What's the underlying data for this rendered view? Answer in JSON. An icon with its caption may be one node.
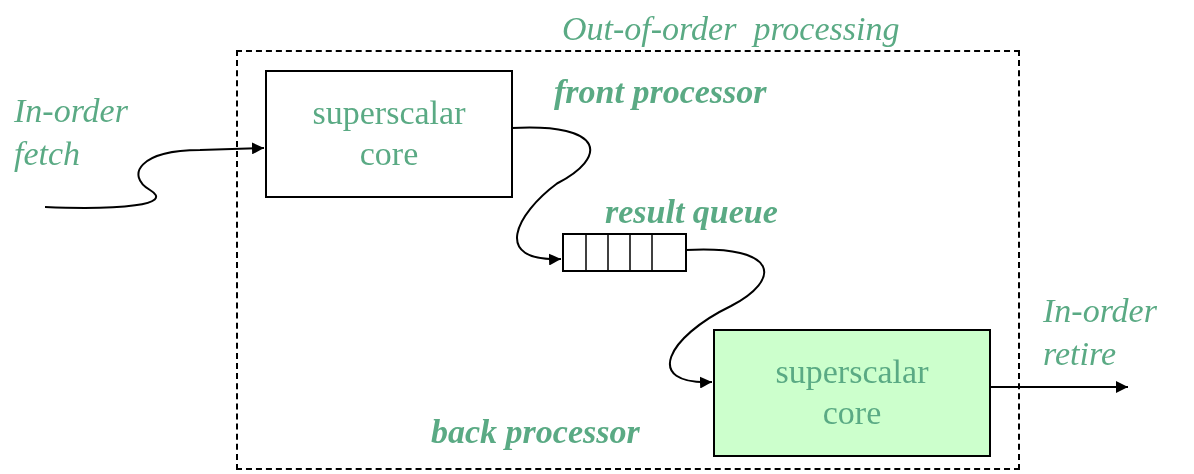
{
  "diagram": {
    "nodes": [
      {
        "text": [
          "Out-of-order  processing"
        ]
      },
      {
        "text": [
          "superscalar core"
        ],
        "beside": [
          "front processor"
        ],
        "in": 0
      },
      {
        "text": [],
        "shape": "box",
        "beside": [
          "result queue"
        ],
        "in": 0
      },
      {
        "text": [
          "superscalar core"
        ],
        "beside": [
          "back processor"
        ],
        "in": 0
      }
    ],
    "edges": [
      {
        "from": null,
        "to": 1,
        "arrow": "to"
      },
      {
        "from": 1,
        "to": 2,
        "arrow": "to"
      },
      {
        "from": 2,
        "to": 3,
        "arrow": "to"
      },
      {
        "from": 3,
        "to": null,
        "arrow": "to"
      }
    ],
    "labels": [
      "In-order fetch",
      "In-order retire"
    ]
  }
}
